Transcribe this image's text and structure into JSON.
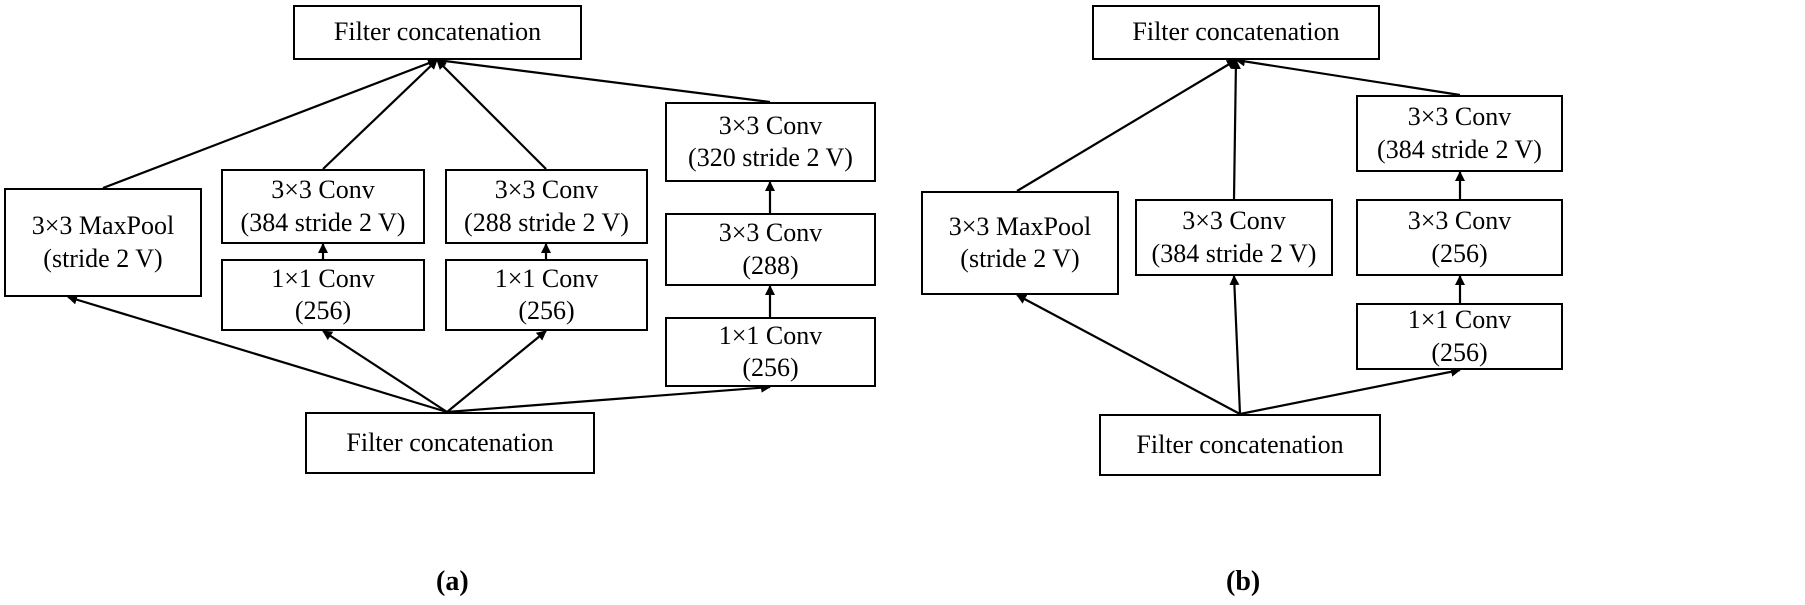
{
  "panel_a": {
    "caption": "(a)",
    "top_concat": "Filter concatenation",
    "bottom_concat": "Filter concatenation",
    "maxpool": {
      "line1": "3×3 MaxPool",
      "line2": "(stride 2 V)"
    },
    "branch1": {
      "conv1x1": {
        "line1": "1×1 Conv",
        "line2": "(256)"
      },
      "conv3x3": {
        "line1": "3×3 Conv",
        "line2": "(384 stride 2 V)"
      }
    },
    "branch2": {
      "conv1x1": {
        "line1": "1×1 Conv",
        "line2": "(256)"
      },
      "conv3x3": {
        "line1": "3×3 Conv",
        "line2": "(288 stride 2 V)"
      }
    },
    "branch3": {
      "conv1x1": {
        "line1": "1×1 Conv",
        "line2": "(256)"
      },
      "conv3x3_a": {
        "line1": "3×3 Conv",
        "line2": "(288)"
      },
      "conv3x3_b": {
        "line1": "3×3 Conv",
        "line2": "(320 stride 2 V)"
      }
    }
  },
  "panel_b": {
    "caption": "(b)",
    "top_concat": "Filter concatenation",
    "bottom_concat": "Filter concatenation",
    "maxpool": {
      "line1": "3×3 MaxPool",
      "line2": "(stride 2 V)"
    },
    "branch1": {
      "conv3x3": {
        "line1": "3×3 Conv",
        "line2": "(384 stride 2 V)"
      }
    },
    "branch2": {
      "conv1x1": {
        "line1": "1×1 Conv",
        "line2": "(256)"
      },
      "conv3x3_a": {
        "line1": "3×3 Conv",
        "line2": "(256)"
      },
      "conv3x3_b": {
        "line1": "3×3 Conv",
        "line2": "(384 stride 2 V)"
      }
    }
  }
}
